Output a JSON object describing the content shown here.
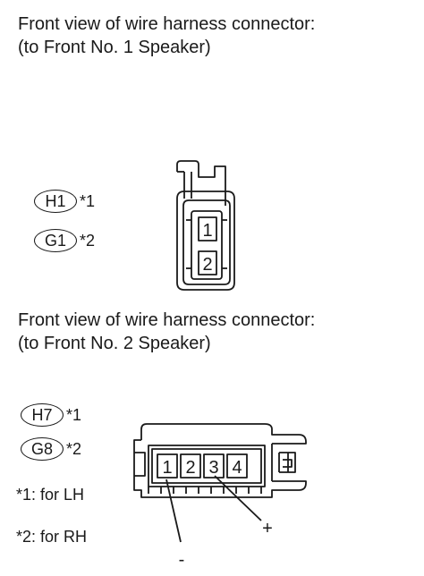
{
  "connector1": {
    "title_line1": "Front view of wire harness connector:",
    "title_line2": "(to Front No. 1 Speaker)",
    "codes": [
      {
        "code": "H1",
        "note": "*1"
      },
      {
        "code": "G1",
        "note": "*2"
      }
    ],
    "pins": [
      "1",
      "2"
    ]
  },
  "connector2": {
    "title_line1": "Front view of wire harness connector:",
    "title_line2": "(to Front No. 2 Speaker)",
    "codes": [
      {
        "code": "H7",
        "note": "*1"
      },
      {
        "code": "G8",
        "note": "*2"
      }
    ],
    "pins": [
      "1",
      "2",
      "3",
      "4"
    ],
    "minus_label": "-",
    "plus_label": "+"
  },
  "legend": [
    {
      "text": "*1: for LH"
    },
    {
      "text": "*2: for RH"
    }
  ]
}
